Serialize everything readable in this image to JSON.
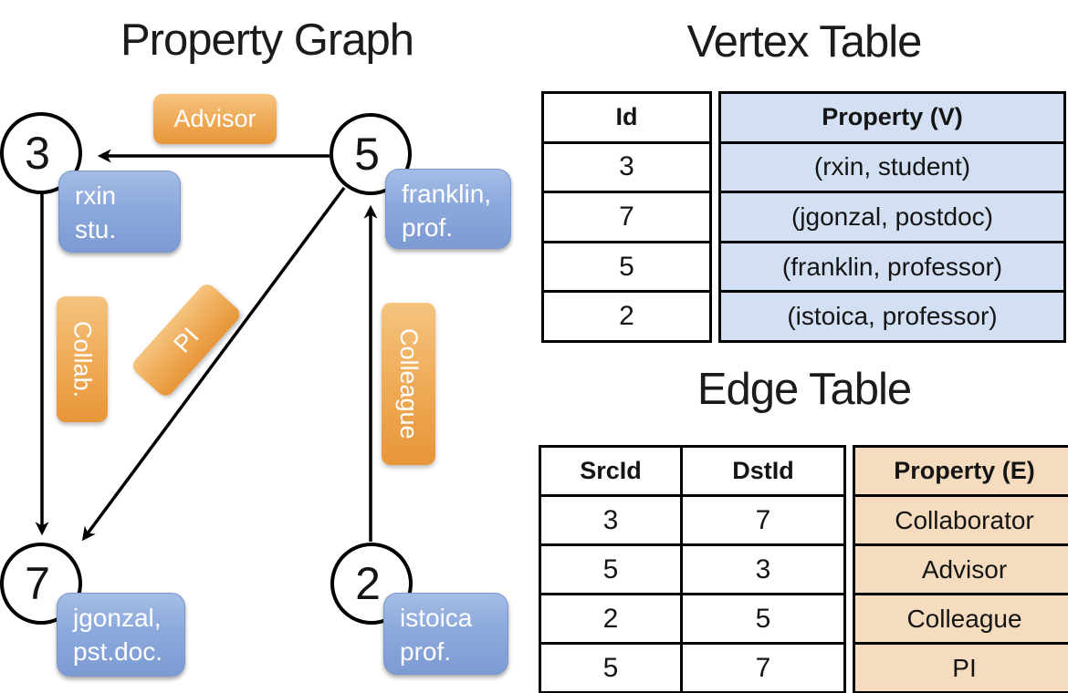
{
  "graph_title": "Property Graph",
  "vertex_table_title": "Vertex Table",
  "edge_table_title": "Edge Table",
  "graph": {
    "nodes": [
      {
        "id": "3",
        "prop_line1": "rxin",
        "prop_line2": "stu."
      },
      {
        "id": "5",
        "prop_line1": "franklin,",
        "prop_line2": "prof."
      },
      {
        "id": "7",
        "prop_line1": "jgonzal,",
        "prop_line2": "pst.doc."
      },
      {
        "id": "2",
        "prop_line1": "istoica",
        "prop_line2": "prof."
      }
    ],
    "edges": [
      {
        "label": "Advisor",
        "src": "5",
        "dst": "3"
      },
      {
        "label": "Collab.",
        "src": "3",
        "dst": "7"
      },
      {
        "label": "PI",
        "src": "5",
        "dst": "7"
      },
      {
        "label": "Colleague",
        "src": "2",
        "dst": "5"
      }
    ]
  },
  "vertex_table": {
    "headers": {
      "id": "Id",
      "property": "Property (V)"
    },
    "rows": [
      {
        "id": "3",
        "property": "(rxin, student)"
      },
      {
        "id": "7",
        "property": "(jgonzal, postdoc)"
      },
      {
        "id": "5",
        "property": "(franklin, professor)"
      },
      {
        "id": "2",
        "property": "(istoica, professor)"
      }
    ]
  },
  "edge_table": {
    "headers": {
      "src": "SrcId",
      "dst": "DstId",
      "property": "Property (E)"
    },
    "rows": [
      {
        "src": "3",
        "dst": "7",
        "property": "Collaborator"
      },
      {
        "src": "5",
        "dst": "3",
        "property": "Advisor"
      },
      {
        "src": "2",
        "dst": "5",
        "property": "Colleague"
      },
      {
        "src": "5",
        "dst": "7",
        "property": "PI"
      }
    ]
  },
  "colors": {
    "vertex_property_fill": "#D3DFF2",
    "edge_property_fill": "#F5DCBE",
    "node_annotation_blue": "#8CA9DC",
    "edge_annotation_orange": "#EFAB58",
    "line_black": "#000000"
  }
}
